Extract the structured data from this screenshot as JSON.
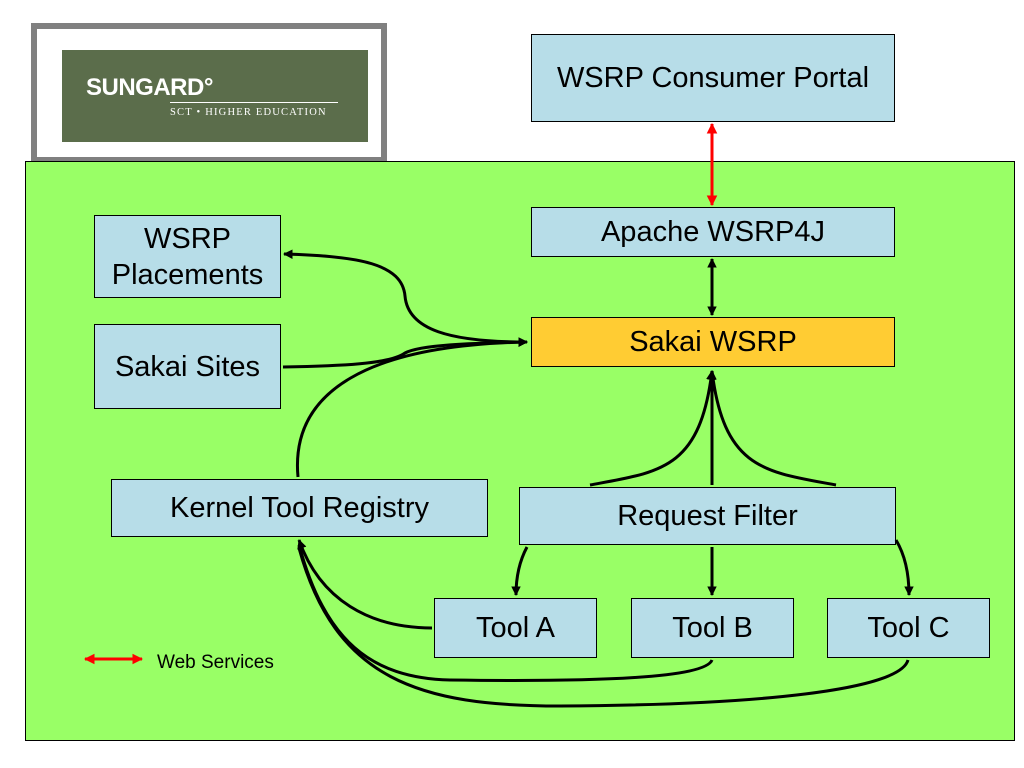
{
  "logo": {
    "name": "SUNGARD°",
    "tagline": "SCT • HIGHER EDUCATION"
  },
  "diagram": {
    "nodes": {
      "wsrp_consumer_portal": "WSRP Consumer Portal",
      "apache_wsrp4j": "Apache WSRP4J",
      "sakai_wsrp": "Sakai WSRP",
      "wsrp_placements": "WSRP Placements",
      "sakai_sites": "Sakai Sites",
      "kernel_tool_registry": "Kernel Tool Registry",
      "request_filter": "Request Filter",
      "tool_a": "Tool A",
      "tool_b": "Tool B",
      "tool_c": "Tool C"
    },
    "legend": {
      "web_services": "Web Services"
    },
    "colors": {
      "panel": "#99ff66",
      "box": "#b7dde8",
      "highlight": "#ffcc33",
      "web_services_arrow": "#ff0000",
      "connector": "#000000"
    }
  }
}
